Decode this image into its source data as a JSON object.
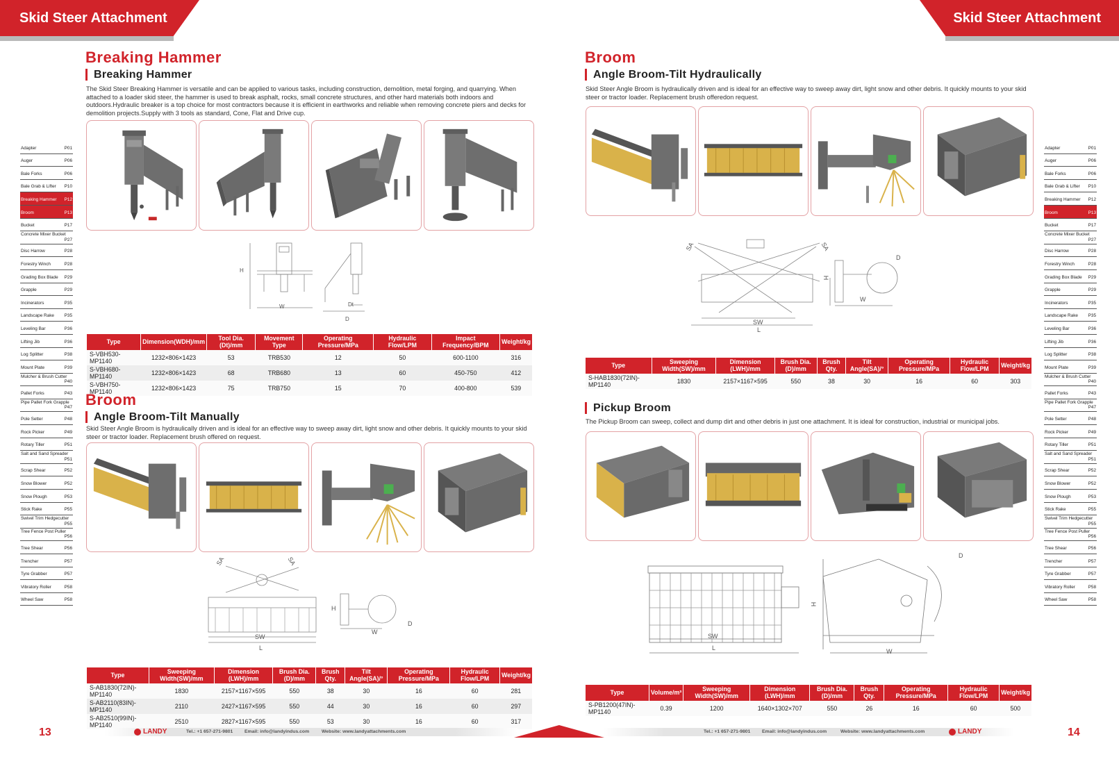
{
  "header": {
    "left_title": "Skid Steer Attachment",
    "right_title": "Skid Steer Attachment"
  },
  "left": {
    "hammer": {
      "title": "Breaking Hammer",
      "subtitle": "Breaking Hammer",
      "desc": "The Skid Steer Breaking Hammer is versatile and can be applied to various tasks, including construction, demolition, metal forging, and quarrying. When attached to a loader skid steer, the hammer is used to break asphalt, rocks, small concrete structures, and other hard materials both indoors and outdoors.Hydraulic breaker is a top choice for most contractors because it is efficient in earthworks and reliable when removing concrete piers and decks for demolition projects.Supply with 3 tools as standard, Cone, Flat and Drive cup.",
      "dims": {
        "h": "H",
        "w": "W",
        "dt": "Dt",
        "d": "D"
      },
      "table": {
        "headers": [
          "Type",
          "Dimension(WDH)/mm",
          "Tool Dia.(Dt)/mm",
          "Movement Type",
          "Operating Pressure/MPa",
          "Hydraulic Flow/LPM",
          "Impact Frequency/BPM",
          "Weight/kg"
        ],
        "rows": [
          [
            "S-VBH530-MP1140",
            "1232×806×1423",
            "53",
            "TRB530",
            "12",
            "50",
            "600-1100",
            "316"
          ],
          [
            "S-VBH680-MP1140",
            "1232×806×1423",
            "68",
            "TRB680",
            "13",
            "60",
            "450-750",
            "412"
          ],
          [
            "S-VBH750-MP1140",
            "1232×806×1423",
            "75",
            "TRB750",
            "15",
            "70",
            "400-800",
            "539"
          ]
        ]
      }
    },
    "broom": {
      "title": "Broom",
      "subtitle": "Angle Broom-Tilt Manually",
      "desc": "Skid Steer Angle Broom is hydraulically driven and is ideal for an effective way to sweep away dirt, light snow and other debris. It quickly mounts to your skid steer or tractor loader. Replacement brush offered on request.",
      "dims": {
        "sa1": "SA",
        "sa2": "SA",
        "h": "H",
        "sw": "SW",
        "l": "L",
        "w": "W",
        "d": "D"
      },
      "table": {
        "headers": [
          "Type",
          "Sweeping Width(SW)/mm",
          "Dimension (LWH)/mm",
          "Brush Dia.(D)/mm",
          "Brush Qty.",
          "Tilt Angle(SA)/°",
          "Operating Pressure/MPa",
          "Hydraulic Flow/LPM",
          "Weight/kg"
        ],
        "rows": [
          [
            "S-AB1830(72IN)-MP1140",
            "1830",
            "2157×1167×595",
            "550",
            "38",
            "30",
            "16",
            "60",
            "281"
          ],
          [
            "S-AB2110(83IN)-MP1140",
            "2110",
            "2427×1167×595",
            "550",
            "44",
            "30",
            "16",
            "60",
            "297"
          ],
          [
            "S-AB2510(99IN)-MP1140",
            "2510",
            "2827×1167×595",
            "550",
            "53",
            "30",
            "16",
            "60",
            "317"
          ]
        ]
      }
    },
    "footer": {
      "tel": "Tel.: +1 657-271-9801",
      "email": "Email: info@landyindus.com",
      "website": "Website: www.landyattachments.com",
      "logo": "LANDY",
      "page": "13"
    }
  },
  "right": {
    "broom": {
      "title": "Broom",
      "subtitle": "Angle Broom-Tilt Hydraulically",
      "desc": "Skid Steer Angle Broom is hydraulically driven and is ideal for an effective way to sweep away dirt, light snow and other debris. It quickly mounts to your skid steer or tractor loader. Replacement brush offeredon request.",
      "dims": {
        "sa1": "SA",
        "sa2": "SA",
        "h": "H",
        "sw": "SW",
        "l": "L",
        "w": "W",
        "d": "D"
      },
      "table": {
        "headers": [
          "Type",
          "Sweeping Width(SW)/mm",
          "Dimension (LWH)/mm",
          "Brush Dia.(D)/mm",
          "Brush Qty.",
          "Tilt Angle(SA)/°",
          "Operating Pressure/MPa",
          "Hydraulic Flow/LPM",
          "Weight/kg"
        ],
        "rows": [
          [
            "S-HAB1830(72IN)-MP1140",
            "1830",
            "2157×1167×595",
            "550",
            "38",
            "30",
            "16",
            "60",
            "303"
          ]
        ]
      }
    },
    "pickup": {
      "subtitle": "Pickup Broom",
      "desc": "The Pickup Broom can sweep, collect and dump dirt and other debris in just one attachment. It is ideal for construction, industrial or municipal jobs.",
      "dims": {
        "h": "H",
        "sw": "SW",
        "l": "L",
        "w": "W",
        "d": "D"
      },
      "table": {
        "headers": [
          "Type",
          "Volume/m³",
          "Sweeping Width(SW)/mm",
          "Dimension (LWH)/mm",
          "Brush Dia.(D)/mm",
          "Brush Qty.",
          "Operating Pressure/MPa",
          "Hydraulic Flow/LPM",
          "Weight/kg"
        ],
        "rows": [
          [
            "S-PB1200(47IN)-MP1140",
            "0.39",
            "1200",
            "1640×1302×707",
            "550",
            "26",
            "16",
            "60",
            "500"
          ]
        ]
      }
    },
    "footer": {
      "tel": "Tel.: +1 657-271-9801",
      "email": "Email: info@landyindus.com",
      "website": "Website: www.landyattachments.com",
      "logo": "LANDY",
      "page": "14"
    }
  },
  "index_left": [
    {
      "name": "Adapter",
      "page": "P01"
    },
    {
      "name": "Auger",
      "page": "P06"
    },
    {
      "name": "Bale Forks",
      "page": "P06"
    },
    {
      "name": "Bale Grab & Lifter",
      "page": "P10"
    },
    {
      "name": "Breaking Hammer",
      "page": "P12",
      "active": true
    },
    {
      "name": "Broom",
      "page": "P13",
      "active": true
    },
    {
      "name": "Bucket",
      "page": "P17"
    },
    {
      "name": "Concrete Mixer Bucket",
      "page": "P27"
    },
    {
      "name": "Disc Harrow",
      "page": "P28"
    },
    {
      "name": "Forestry Winch",
      "page": "P28"
    },
    {
      "name": "Grading Box Blade",
      "page": "P29"
    },
    {
      "name": "Grapple",
      "page": "P29"
    },
    {
      "name": "Incinerators",
      "page": "P35"
    },
    {
      "name": "Landscape Rake",
      "page": "P35"
    },
    {
      "name": "Leveling Bar",
      "page": "P36"
    },
    {
      "name": "Lifting Jib",
      "page": "P36"
    },
    {
      "name": "Log Splitter",
      "page": "P38"
    },
    {
      "name": "Mount Plate",
      "page": "P39"
    },
    {
      "name": "Mulcher & Brush Cutter",
      "page": "P40"
    },
    {
      "name": "Pallet Forks",
      "page": "P43"
    },
    {
      "name": "Pipe Pallet Fork Grapple",
      "page": "P47"
    },
    {
      "name": "Pole Setter",
      "page": "P48"
    },
    {
      "name": "Rock Picker",
      "page": "P49"
    },
    {
      "name": "Rotary Tiller",
      "page": "P51"
    },
    {
      "name": "Salt and Sand Spreader",
      "page": "P51"
    },
    {
      "name": "Scrap Shear",
      "page": "P52"
    },
    {
      "name": "Snow Blower",
      "page": "P52"
    },
    {
      "name": "Snow Plough",
      "page": "P53"
    },
    {
      "name": "Stick Rake",
      "page": "P55"
    },
    {
      "name": "Swivel Trim Hedgecutter",
      "page": "P55"
    },
    {
      "name": "Tree Fence Post Puller",
      "page": "P56"
    },
    {
      "name": "Tree Shear",
      "page": "P56"
    },
    {
      "name": "Trencher",
      "page": "P57"
    },
    {
      "name": "Tyre Grabber",
      "page": "P57"
    },
    {
      "name": "Vibratory Roller",
      "page": "P58"
    },
    {
      "name": "Wheel Saw",
      "page": "P58"
    }
  ],
  "index_right": [
    {
      "name": "Adapter",
      "page": "P01"
    },
    {
      "name": "Auger",
      "page": "P06"
    },
    {
      "name": "Bale Forks",
      "page": "P06"
    },
    {
      "name": "Bale Grab & Lifter",
      "page": "P10"
    },
    {
      "name": "Breaking Hammer",
      "page": "P12"
    },
    {
      "name": "Broom",
      "page": "P13",
      "active": true
    },
    {
      "name": "Bucket",
      "page": "P17"
    },
    {
      "name": "Concrete Mixer Bucket",
      "page": "P27"
    },
    {
      "name": "Disc Harrow",
      "page": "P28"
    },
    {
      "name": "Forestry Winch",
      "page": "P28"
    },
    {
      "name": "Grading Box Blade",
      "page": "P29"
    },
    {
      "name": "Grapple",
      "page": "P29"
    },
    {
      "name": "Incinerators",
      "page": "P35"
    },
    {
      "name": "Landscape Rake",
      "page": "P35"
    },
    {
      "name": "Leveling Bar",
      "page": "P36"
    },
    {
      "name": "Lifting Jib",
      "page": "P36"
    },
    {
      "name": "Log Splitter",
      "page": "P38"
    },
    {
      "name": "Mount Plate",
      "page": "P39"
    },
    {
      "name": "Mulcher & Brush Cutter",
      "page": "P40"
    },
    {
      "name": "Pallet Forks",
      "page": "P43"
    },
    {
      "name": "Pipe Pallet Fork Grapple",
      "page": "P47"
    },
    {
      "name": "Pole Setter",
      "page": "P48"
    },
    {
      "name": "Rock Picker",
      "page": "P49"
    },
    {
      "name": "Rotary Tiller",
      "page": "P51"
    },
    {
      "name": "Salt and Sand Spreader",
      "page": "P51"
    },
    {
      "name": "Scrap Shear",
      "page": "P52"
    },
    {
      "name": "Snow Blower",
      "page": "P52"
    },
    {
      "name": "Snow Plough",
      "page": "P53"
    },
    {
      "name": "Stick Rake",
      "page": "P55"
    },
    {
      "name": "Swivel Trim Hedgecutter",
      "page": "P55"
    },
    {
      "name": "Tree Fence Post Puller",
      "page": "P56"
    },
    {
      "name": "Tree Shear",
      "page": "P56"
    },
    {
      "name": "Trencher",
      "page": "P57"
    },
    {
      "name": "Tyre Grabber",
      "page": "P57"
    },
    {
      "name": "Vibratory Roller",
      "page": "P58"
    },
    {
      "name": "Wheel Saw",
      "page": "P58"
    }
  ],
  "colors": {
    "brand_red": "#d1232a",
    "brush_yellow": "#d9b24a",
    "steel_grey": "#6e6e6e"
  }
}
